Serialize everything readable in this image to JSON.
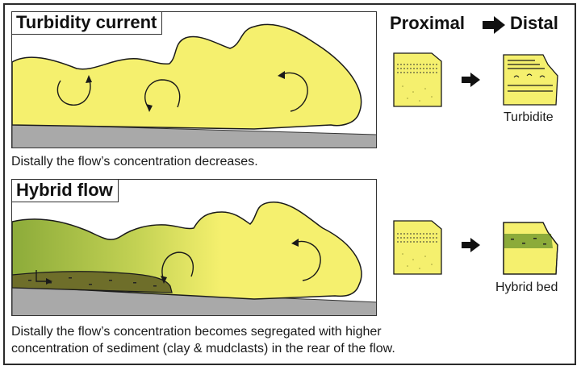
{
  "header": {
    "proximal": "Proximal",
    "distal": "Distal"
  },
  "top": {
    "title": "Turbidity current",
    "caption": "Distally the flow’s concentration decreases.",
    "deposit_label": "Turbidite"
  },
  "bottom": {
    "title": "Hybrid flow",
    "caption_line1": "Distally the flow’s concentration becomes segregated with higher",
    "caption_line2": "concentration of sediment (clay & mudclasts) in the rear of the flow.",
    "deposit_label": "Hybrid bed"
  },
  "colors": {
    "flow_yellow": "#f5f06e",
    "flow_green": "#8cab3a",
    "mud_olive": "#6e6e2a",
    "ground_grey": "#a9a9a9",
    "outline": "#1a1a1a"
  }
}
